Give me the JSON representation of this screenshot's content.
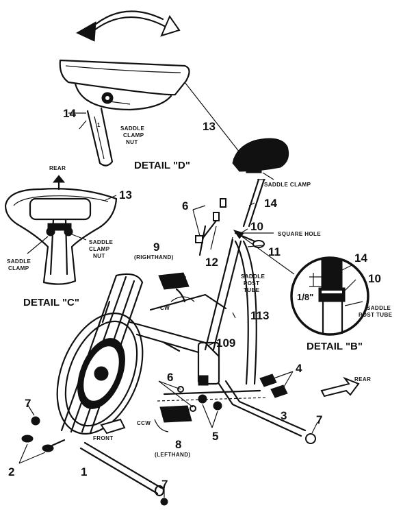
{
  "labels": {
    "n1": "1",
    "n2": "2",
    "n3": "3",
    "n4": "4",
    "n5": "5",
    "n6a": "6",
    "n6b": "6",
    "n7a": "7",
    "n7b": "7",
    "n7c": "7",
    "n8": "8",
    "n9": "9",
    "n10a": "10",
    "n10b": "10",
    "n11": "11",
    "n12": "12",
    "n13a": "13",
    "n13b": "13",
    "n14a": "14",
    "n14b": "14",
    "n14c": "14",
    "n109": "109",
    "n113": "113",
    "one_small": "1"
  },
  "captions": {
    "saddle_clamp_nut_d": [
      "SADDLE",
      "CLAMP",
      "NUT"
    ],
    "saddle_clamp_nut_c": [
      "SADDLE",
      "CLAMP",
      "NUT"
    ],
    "saddle_clamp_c": [
      "SADDLE",
      "CLAMP"
    ],
    "saddle_clamp_main": "SADDLE CLAMP",
    "square_hole": "SQUARE HOLE",
    "saddle_post_tube_main": [
      "SADDLE",
      "POST",
      "TUBE"
    ],
    "saddle_post_tube_b": [
      "SADDLE",
      "POST TUBE"
    ],
    "righthand": "(RIGHTHAND)",
    "lefthand": "(LEFTHAND)",
    "rear_c": "REAR",
    "rear_main": "REAR",
    "front": "FRONT",
    "cw": "CW",
    "ccw": "CCW",
    "fraction": "1/8\""
  },
  "details": {
    "d": "DETAIL \"D\"",
    "c": "DETAIL \"C\"",
    "b": "DETAIL \"B\""
  }
}
